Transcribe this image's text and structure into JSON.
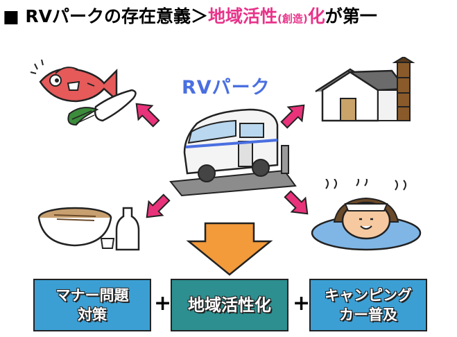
{
  "title": {
    "bullet": "■",
    "prefix": "RVパークの存在意義＞",
    "highlight": "地域活性",
    "paren": "(創造)",
    "suffix_pink": "化",
    "suffix": "が第一"
  },
  "center_label": "RVパーク",
  "boxes": [
    {
      "line1": "マナー問題",
      "line2": "対策"
    },
    {
      "line1": "地域活性化"
    },
    {
      "line1": "キャンピング",
      "line2": "カー普及"
    }
  ],
  "plus_sign": "+",
  "colors": {
    "highlight": "#e8338a",
    "label": "#4a6fe0",
    "arrow_pink": "#e8337a",
    "arrow_orange": "#f39a3a",
    "box_blue": "#3b9fd4",
    "box_teal": "#2d8f8f"
  }
}
